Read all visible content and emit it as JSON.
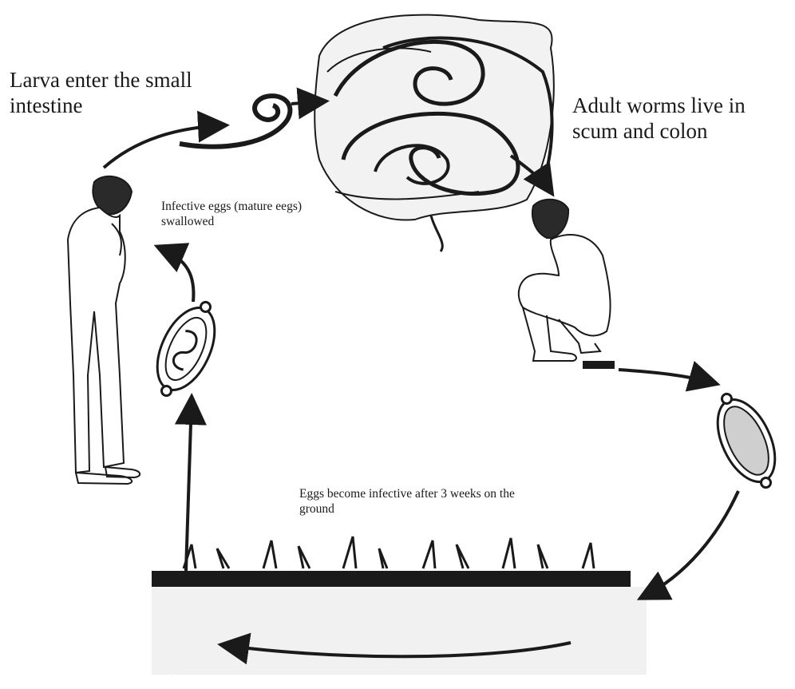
{
  "labels": {
    "larva": "Larva enter the small intestine",
    "adult": "Adult worms live in scum and colon",
    "swallowed": "Infective eggs (mature eegs) swallowed",
    "ground": "Eggs become infective after 3 weeks on the ground"
  },
  "colors": {
    "ink": "#1a1a1a",
    "paper": "#ffffff",
    "shade": "#9a9a9a"
  }
}
